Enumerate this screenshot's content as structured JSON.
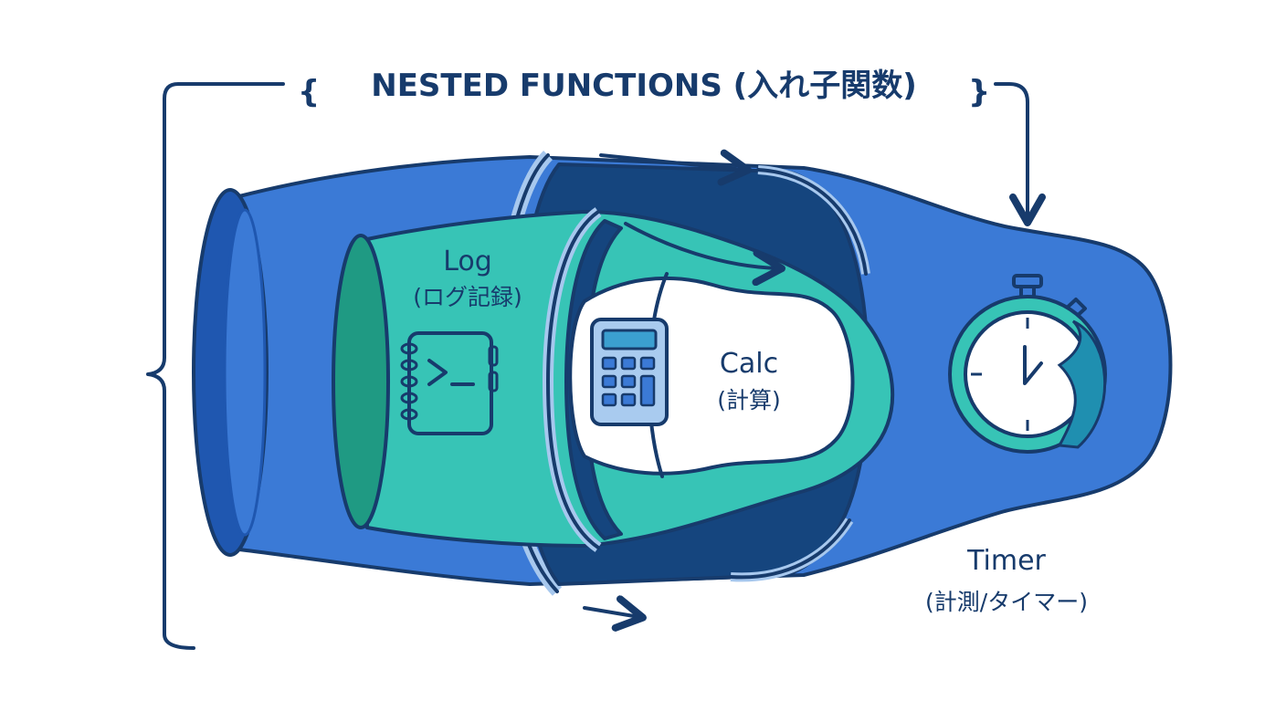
{
  "title": "NESTED FUNCTIONS (入れ子関数)",
  "layers": {
    "outer": {
      "name": "Timer",
      "subtitle": "(計測/タイマー)"
    },
    "middle": {
      "name": "Log",
      "subtitle": "(ログ記録)"
    },
    "inner": {
      "name": "Calc",
      "subtitle": "(計算)"
    }
  },
  "colors": {
    "outline": "#173b6c",
    "outer_blue": "#3b7ad6",
    "outer_dark": "#1f57b0",
    "middle_teal": "#37c4b6",
    "middle_dark": "#1f9a83",
    "inner_white": "#ffffff",
    "tunnel_navy": "#15457e",
    "ring_light": "#a7c8ee",
    "icon_fill": "#a9cbef"
  },
  "icons": [
    "calculator-icon",
    "terminal-notebook-icon",
    "stopwatch-icon",
    "curly-brace-icon",
    "flow-arrow-icon"
  ]
}
